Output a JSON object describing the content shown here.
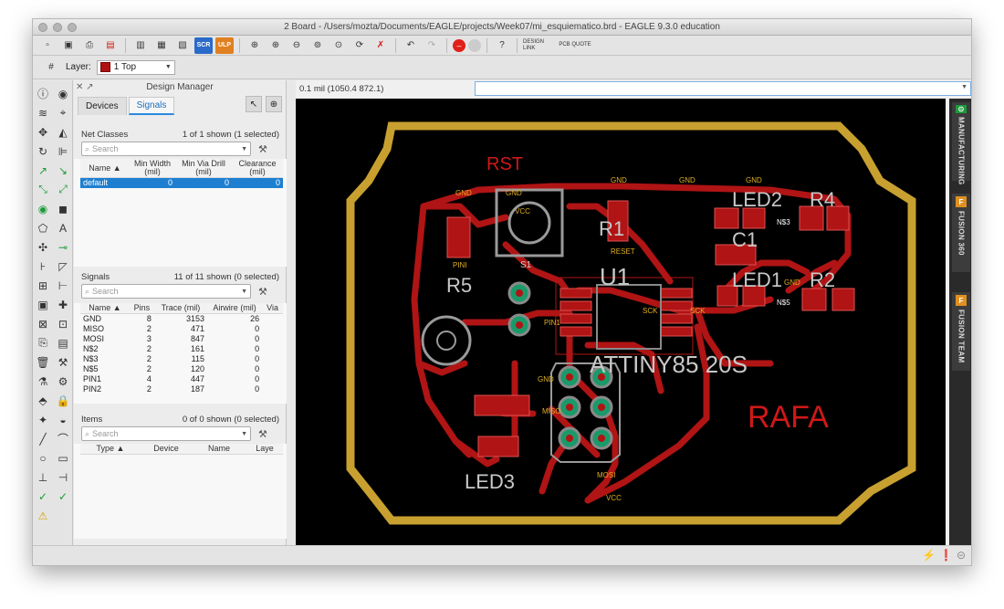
{
  "window": {
    "title": "2 Board - /Users/mozta/Documents/EAGLE/projects/Week07/mi_esquiematico.brd - EAGLE 9.3.0 education"
  },
  "toolbar": {
    "buttons": [
      "new-icon",
      "save-icon",
      "print-icon",
      "sch-icon",
      "cam-icon",
      "export-icon",
      "library-icon",
      "scr-icon",
      "ulp-icon",
      "zoom-fit-icon",
      "zoom-in-icon",
      "zoom-out-icon",
      "zoom-select-icon",
      "zoom-area-icon",
      "redraw-icon",
      "delete-icon",
      "undo-icon",
      "redo-icon",
      "stop-icon",
      "go-icon",
      "help-icon",
      "design-link-icon",
      "pcb-quote-icon"
    ],
    "scr_label": "SCR",
    "ulp_label": "ULP",
    "design_link_label": "DESIGN LINK",
    "pcb_quote_label": "PCB QUOTE"
  },
  "layerbar": {
    "label": "Layer:",
    "value": "1 Top",
    "color": "#b01010"
  },
  "design_manager": {
    "title": "Design Manager",
    "tabs": [
      "Devices",
      "Signals"
    ],
    "active_tab": "Signals",
    "net_classes": {
      "title": "Net Classes",
      "count": "1 of 1 shown (1 selected)",
      "search_placeholder": "Search",
      "columns": [
        "Name ▲",
        "Min Width (mil)",
        "Min Via Drill (mil)",
        "Clearance (mil)"
      ],
      "rows": [
        {
          "name": "default",
          "width": "0",
          "drill": "0",
          "clearance": "0"
        }
      ]
    },
    "signals": {
      "title": "Signals",
      "count": "11 of 11 shown (0 selected)",
      "search_placeholder": "Search",
      "columns": [
        "Name ▲",
        "Pins",
        "Trace (mil)",
        "Airwire (mil)",
        "Via"
      ],
      "rows": [
        {
          "name": "GND",
          "pins": "8",
          "trace": "3153",
          "airwire": "26"
        },
        {
          "name": "MISO",
          "pins": "2",
          "trace": "471",
          "airwire": "0"
        },
        {
          "name": "MOSI",
          "pins": "3",
          "trace": "847",
          "airwire": "0"
        },
        {
          "name": "N$2",
          "pins": "2",
          "trace": "161",
          "airwire": "0"
        },
        {
          "name": "N$3",
          "pins": "2",
          "trace": "115",
          "airwire": "0"
        },
        {
          "name": "N$5",
          "pins": "2",
          "trace": "120",
          "airwire": "0"
        },
        {
          "name": "PIN1",
          "pins": "4",
          "trace": "447",
          "airwire": "0"
        },
        {
          "name": "PIN2",
          "pins": "2",
          "trace": "187",
          "airwire": "0"
        }
      ]
    },
    "items": {
      "title": "Items",
      "count": "0 of 0 shown (0 selected)",
      "search_placeholder": "Search",
      "columns": [
        "Type ▲",
        "Device",
        "Name",
        "Laye"
      ]
    }
  },
  "canvas": {
    "coordinates": "0.1 mil (1050.4 872.1)",
    "command_value": "",
    "labels": {
      "rst": "RST",
      "rafa": "RAFA",
      "chip": "ATTINY85 20S",
      "u1": "U1",
      "led1": "LED1",
      "led2": "LED2",
      "led3": "LED3",
      "r4": "R4",
      "r2": "R2",
      "r1": "R1",
      "r5": "R5",
      "c1": "C1",
      "s1": "S1",
      "ns3": "N$3",
      "ns5": "N$5",
      "gnd": "GND",
      "vcc": "VCC",
      "sck": "SCK",
      "mosi": "MOSI",
      "miso": "MISO",
      "reset": "RESET",
      "pin1": "PIN1",
      "pini": "PINI"
    },
    "colors": {
      "board_outline": "#c8a030",
      "copper": "#b01414",
      "text": "#d0d0d0",
      "via": "#1a9a6a",
      "pad": "#7a7a7a"
    }
  },
  "right_dock": {
    "tabs": [
      "MANUFACTURING",
      "FUSION 360",
      "FUSION TEAM"
    ]
  }
}
